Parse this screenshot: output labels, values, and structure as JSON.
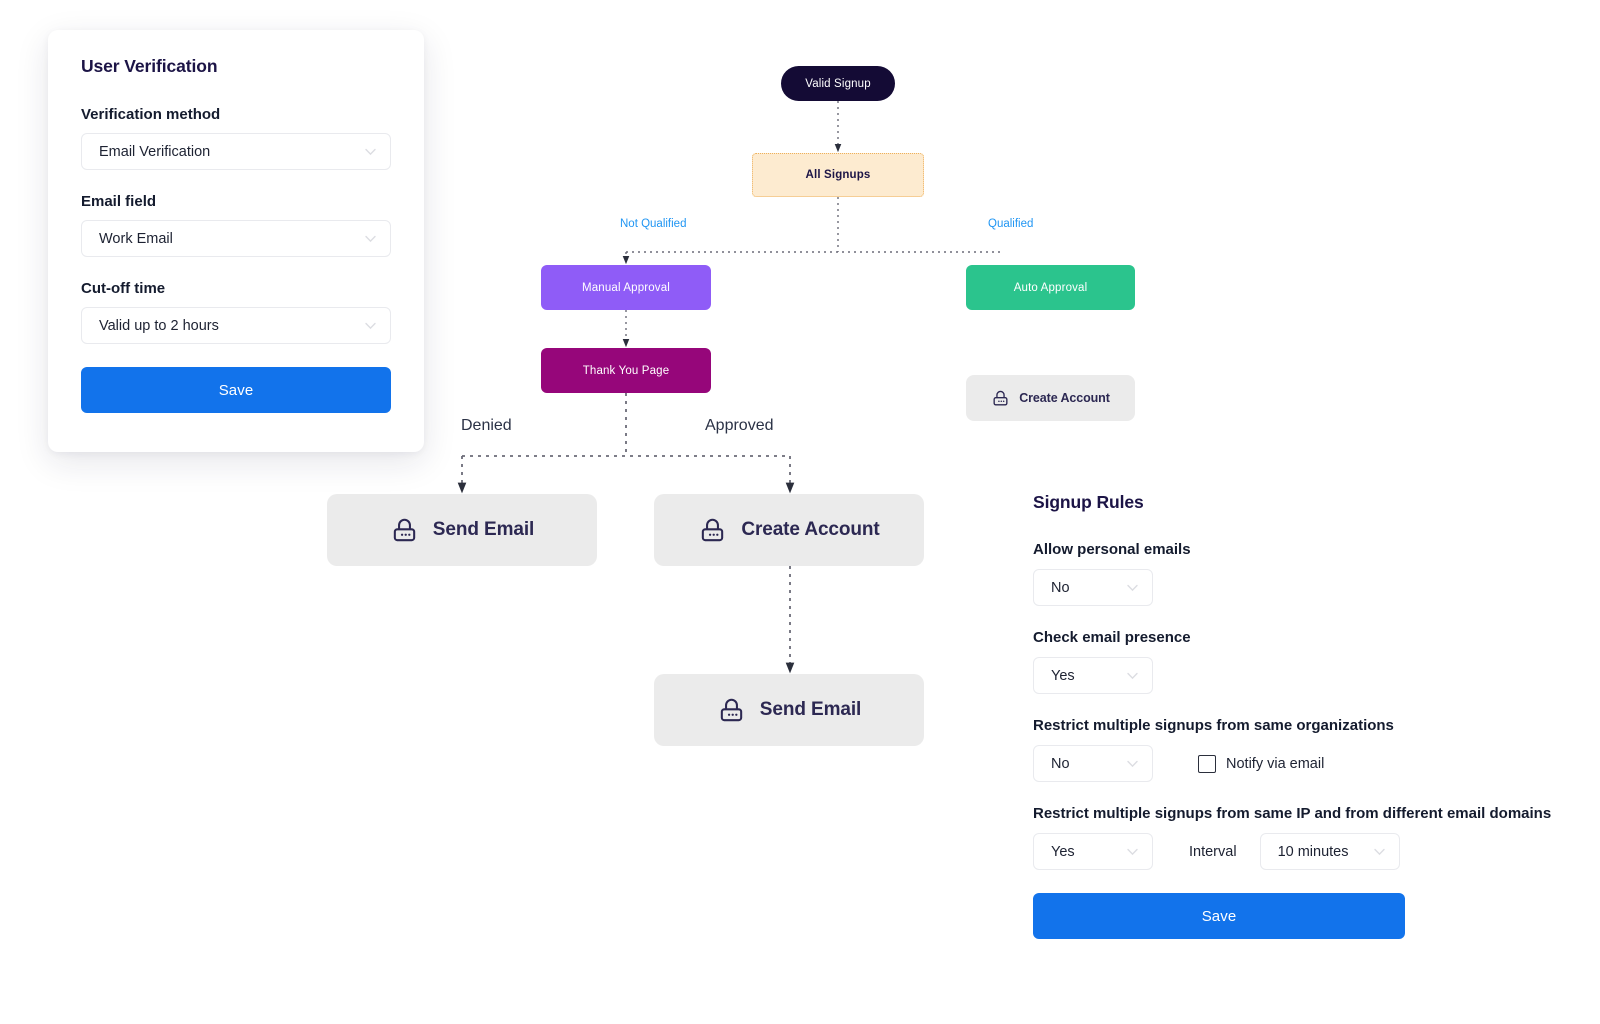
{
  "verification_card": {
    "title": "User Verification",
    "fields": [
      {
        "label": "Verification method",
        "value": "Email Verification",
        "icon": "chevron-down-icon"
      },
      {
        "label": "Email field",
        "value": "Work Email",
        "icon": "chevron-down-icon"
      },
      {
        "label": "Cut-off time",
        "value": "Valid up to 2 hours",
        "icon": "chevron-down-icon"
      }
    ],
    "save_label": "Save"
  },
  "flowchart": {
    "nodes": {
      "valid_signup": "Valid Signup",
      "all_signups": "All Signups",
      "manual_approval": "Manual Approval",
      "auto_approval": "Auto Approval",
      "thank_you_page": "Thank You Page",
      "create_account_small": "Create Account",
      "send_email_left": "Send Email",
      "create_account_big": "Create Account",
      "send_email_bottom": "Send Email"
    },
    "edge_labels": {
      "not_qualified": "Not Qualified",
      "qualified": "Qualified",
      "denied": "Denied",
      "approved": "Approved"
    },
    "icons": {
      "lock": "lock-icon"
    },
    "colors": {
      "valid_signup": "#140b35",
      "all_signups_fill": "#fdebd0",
      "all_signups_border": "#eeb05a",
      "manual_approval": "#8f5cf7",
      "auto_approval": "#2bc48d",
      "thank_you_page": "#96067a",
      "action_card": "#ebebeb",
      "edge_label_blue": "#2196f3",
      "connector": "#3a3a3a"
    }
  },
  "signup_rules": {
    "title": "Signup Rules",
    "rules": [
      {
        "label": "Allow personal emails",
        "value": "No"
      },
      {
        "label": "Check email presence",
        "value": "Yes"
      },
      {
        "label": "Restrict multiple signups from same organizations",
        "value": "No",
        "checkbox_label": "Notify via email",
        "checked": false
      },
      {
        "label": "Restrict multiple signups from same IP and from different email domains",
        "value": "Yes",
        "interval_label": "Interval",
        "interval_value": "10 minutes"
      }
    ],
    "save_label": "Save",
    "accent_color": "#1273eb"
  }
}
